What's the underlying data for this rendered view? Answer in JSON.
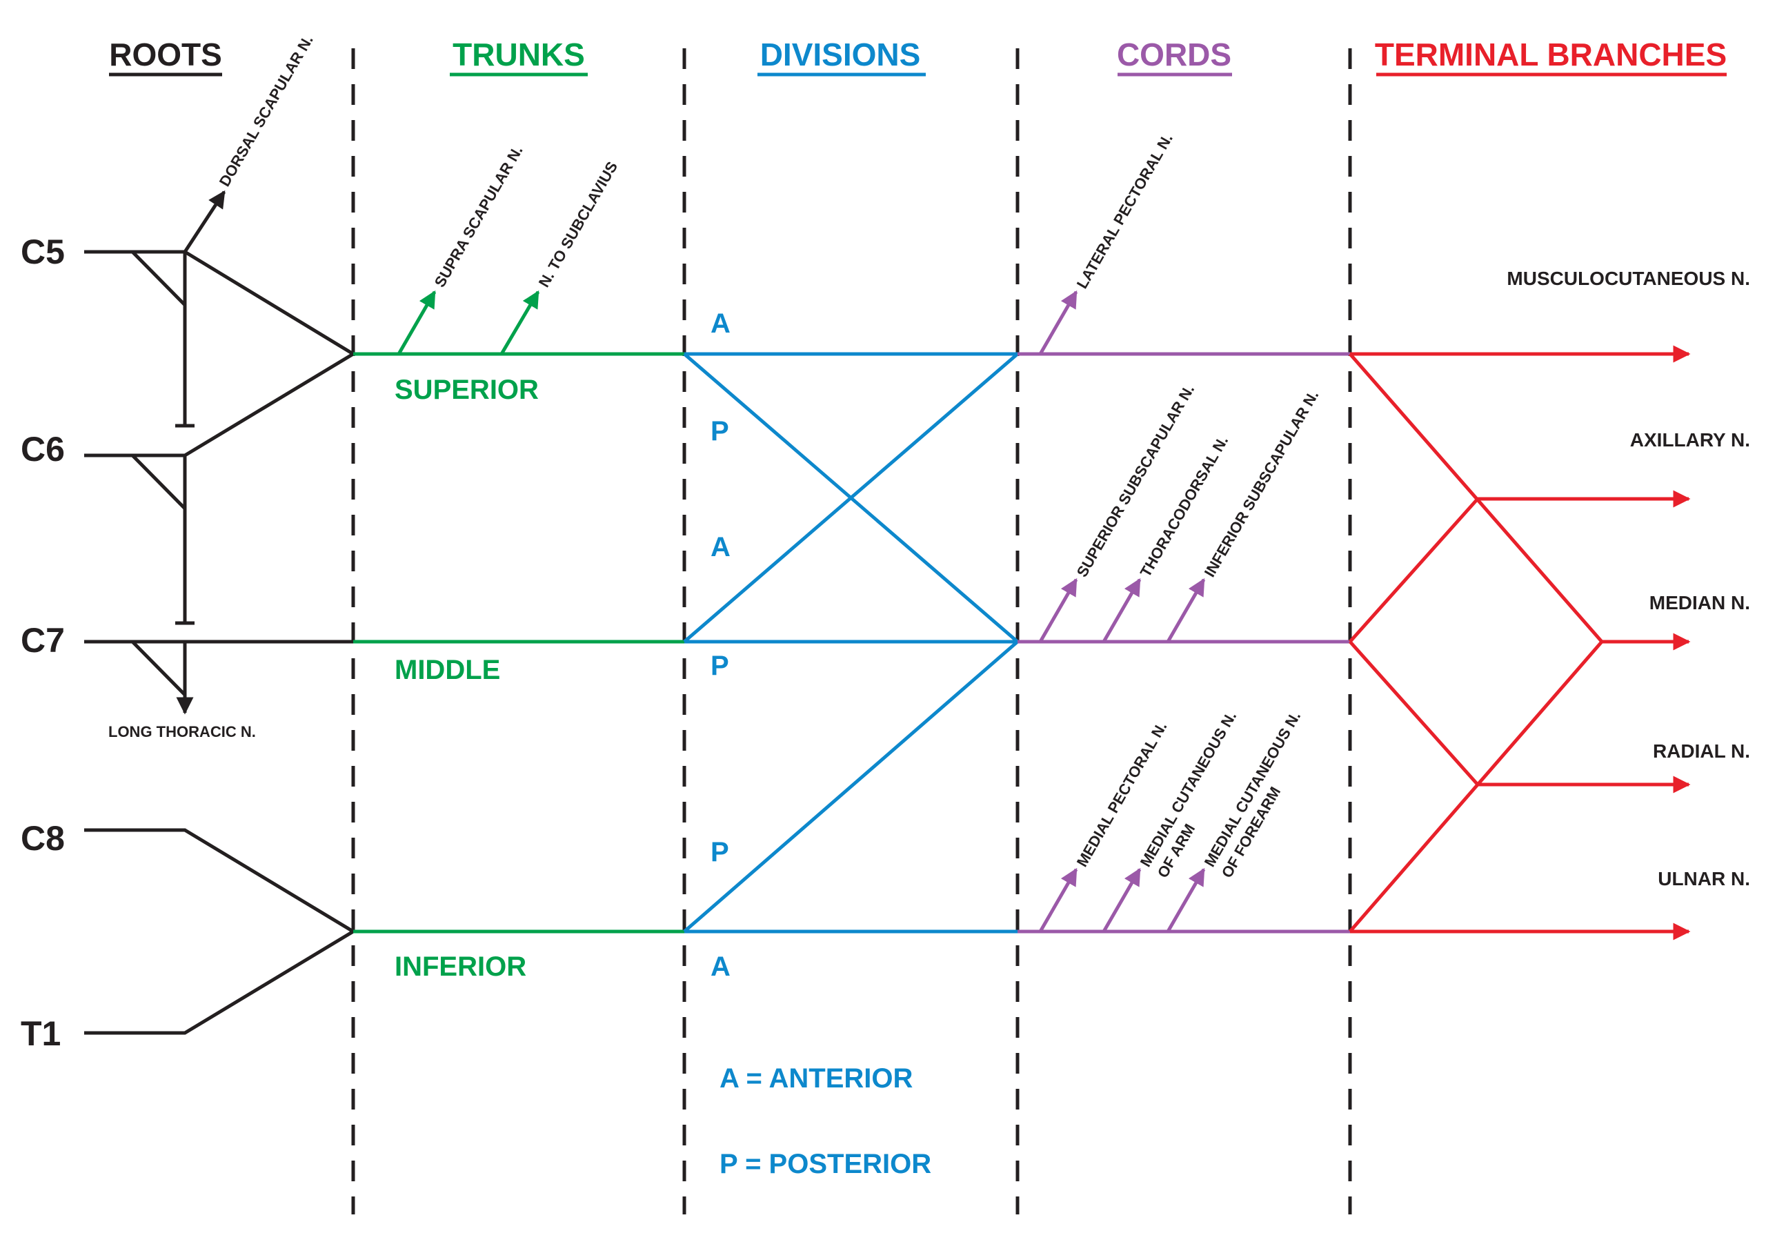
{
  "colors": {
    "roots": "#231f20",
    "trunks": "#00a14b",
    "divisions": "#0d88cc",
    "cords": "#9b59a8",
    "terminal": "#e8202a"
  },
  "headings": {
    "roots": "ROOTS",
    "trunks": "TRUNKS",
    "divisions": "DIVISIONS",
    "cords": "CORDS",
    "terminal": "TERMINAL BRANCHES"
  },
  "roots": [
    "C5",
    "C6",
    "C7",
    "C8",
    "T1"
  ],
  "root_branches": {
    "dorsal_scapular": "DORSAL SCAPULAR N.",
    "long_thoracic": "LONG THORACIC N."
  },
  "trunks": {
    "superior": "SUPERIOR",
    "middle": "MIDDLE",
    "inferior": "INFERIOR",
    "supra_scapular": "SUPRA SCAPULAR N.",
    "to_subclavius": "N. TO SUBCLAVIUS"
  },
  "divisions": {
    "anterior_letter": "A",
    "posterior_letter": "P",
    "legend_anterior": "A = ANTERIOR",
    "legend_posterior": "P = POSTERIOR"
  },
  "cord_branches": {
    "lateral_pectoral": "LATERAL PECTORAL N.",
    "superior_subscapular": "SUPERIOR SUBSCAPULAR N.",
    "thoracodorsal": "THORACODORSAL N.",
    "inferior_subscapular": "INFERIOR SUBSCAPULAR N.",
    "medial_pectoral": "MEDIAL PECTORAL N.",
    "medial_cutaneous_arm_1": "MEDIAL CUTANEOUS N.",
    "medial_cutaneous_arm_2": "OF ARM",
    "medial_cutaneous_forearm_1": "MEDIAL CUTANEOUS N.",
    "medial_cutaneous_forearm_2": "OF FOREARM"
  },
  "terminal_branches": {
    "musculocutaneous": "MUSCULOCUTANEOUS N.",
    "axillary": "AXILLARY N.",
    "median": "MEDIAN N.",
    "radial": "RADIAL N.",
    "ulnar": "ULNAR N."
  }
}
